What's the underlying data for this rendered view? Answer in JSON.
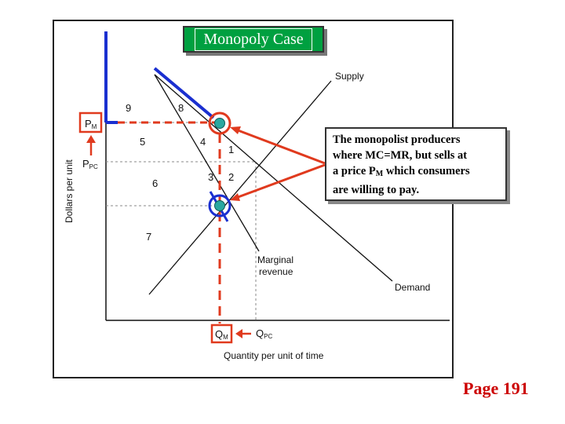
{
  "title": "Monopoly Case",
  "callout": {
    "line1": "The monopolist producers",
    "line2": "where MC=MR, but sells at",
    "line3_a": "a price P",
    "line3_sub": "M",
    "line3_b": " which consumers",
    "line4": "are willing to pay."
  },
  "page_number": "Page 191",
  "curves": {
    "supply": "Supply",
    "demand": "Demand",
    "marginal_revenue_1": "Marginal",
    "marginal_revenue_2": "revenue"
  },
  "axes": {
    "ylabel": "Dollars per unit",
    "xlabel": "Quantity per unit of time"
  },
  "markers": {
    "pm_main": "P",
    "pm_sub": "M",
    "ppc_main": "P",
    "ppc_sub": "PC",
    "qm_main": "Q",
    "qm_sub": "M",
    "qpc_main": "Q",
    "qpc_sub": "PC"
  },
  "areas": [
    "9",
    "8",
    "5",
    "4",
    "1",
    "6",
    "3",
    "2",
    "7"
  ],
  "colors": {
    "frame": "#222222",
    "title_bg": "#00a040",
    "highlight": "#e03a1e",
    "blue": "#1a2fd0",
    "teal_point": "#2aa8a0",
    "page_number": "#cc0000"
  }
}
